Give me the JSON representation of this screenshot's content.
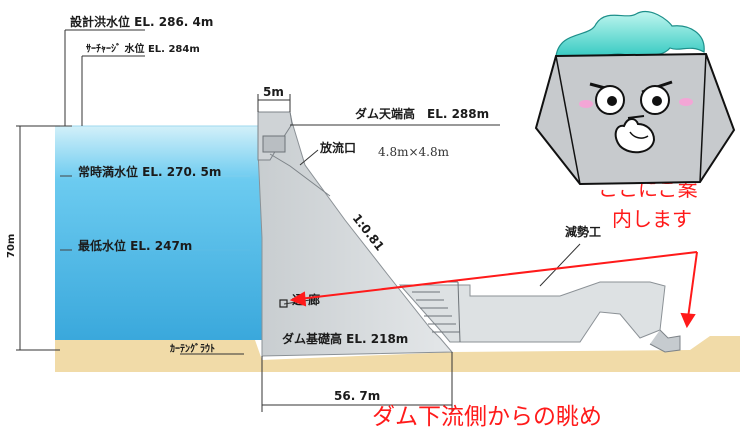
{
  "labels": {
    "design_flood_level": "設計洪水位 EL. 286. 4m",
    "surcharge_level": "ｻｰﾁｬｰｼﾞ 水位 EL. 284m",
    "crest_width": "5m",
    "crest_elevation": "ダム天端高　EL. 288m",
    "spillway": "放流口",
    "spillway_size": "4.8m×4.8m",
    "normal_water_level": "常時満水位 EL. 270. 5m",
    "minimum_water_level": "最低水位 EL. 247m",
    "height": "70m",
    "slope": "1:0.81",
    "gallery": "通 廊",
    "foundation_elevation": "ダム基礎高 EL. 218m",
    "curtain_grout": "ｶｰﾃﾝｸﾞﾗｳﾄ",
    "stilling_basin": "減勢工",
    "base_length": "56. 7m"
  },
  "callout": {
    "line1": "ここにご案",
    "line2": "内します",
    "caption": "ダム下流側からの眺め"
  },
  "colors": {
    "water_top": "#c8ecf6",
    "water_bottom": "#3fb6e4",
    "concrete": "#d6dadd",
    "ground": "#f0d9a6",
    "callout_red": "#ff1a1a"
  },
  "mascot": {
    "icon": "dam-mascot-icon"
  }
}
